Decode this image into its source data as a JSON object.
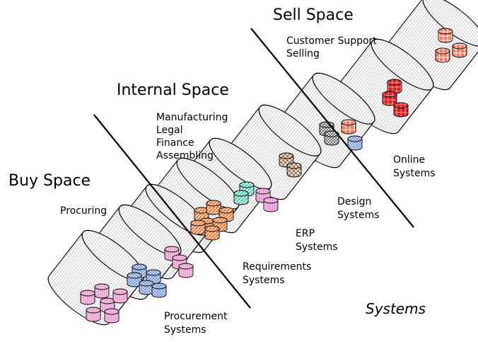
{
  "spaces": {
    "buy": "Buy Space",
    "internal": "Internal Space",
    "sell": "Sell Space"
  },
  "buy_activities": [
    "Procuring"
  ],
  "internal_activities": [
    "Manufacturing",
    "Legal",
    "Finance",
    "Assembling"
  ],
  "sell_activities": [
    "Customer Support",
    "Selling"
  ],
  "systems": [
    {
      "name": "procurement",
      "lines": [
        "Procurement",
        "Systems"
      ]
    },
    {
      "name": "requirements",
      "lines": [
        "Requirements",
        "Systems"
      ]
    },
    {
      "name": "erp",
      "lines": [
        "ERP",
        "Systems"
      ]
    },
    {
      "name": "design",
      "lines": [
        "Design",
        "Systems"
      ]
    },
    {
      "name": "online",
      "lines": [
        "Online",
        "Systems"
      ]
    }
  ],
  "systems_caption": "Systems",
  "colors": {
    "pink": "#e890c8",
    "blue": "#6f8fd0",
    "orange": "#e87a3c",
    "teal": "#3fc8a8",
    "magenta": "#e070c0",
    "brown": "#9a7a5a",
    "gray": "#6a6a6a",
    "red": "#d42020",
    "salmon": "#f05a40",
    "outline": "#000000"
  }
}
